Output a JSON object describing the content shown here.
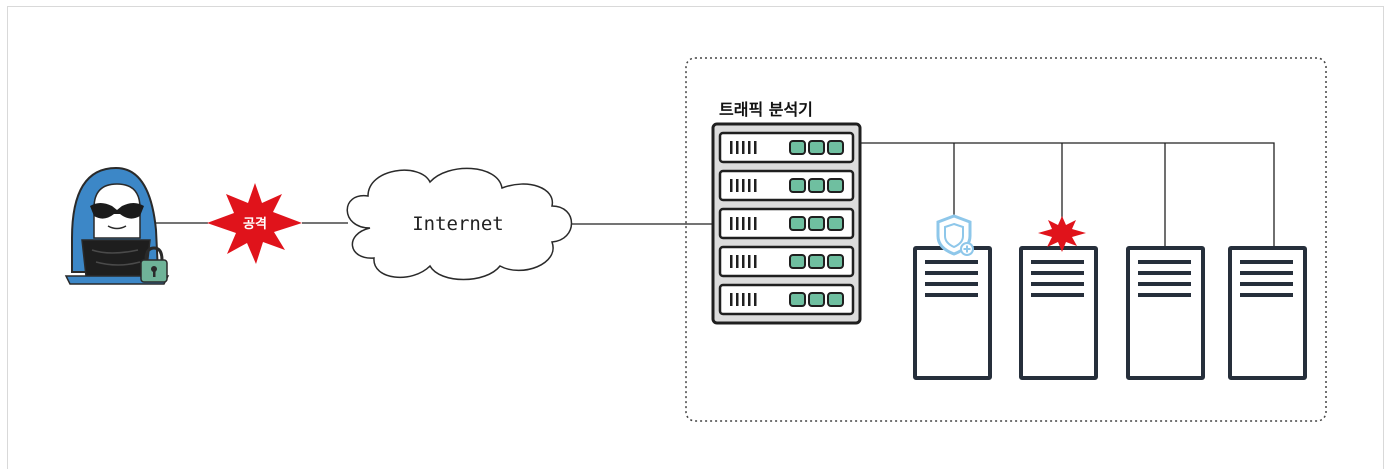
{
  "attack_label": "공격",
  "internet_label": "Internet",
  "analyzer_label": "트래픽 분석기",
  "colors": {
    "line": "#222222",
    "server_dark": "#262f3b",
    "rack_body": "#dddddd",
    "rack_light": "#6fbfa0",
    "burst_red": "#e0131b",
    "hacker_blue": "#3c87c7",
    "shield_blue": "#8ec7ea",
    "lock_green": "#6fb398"
  },
  "icons": {
    "attacker": "hacker-icon",
    "attack": "explosion-icon",
    "network": "cloud-icon",
    "analyzer": "server-rack-icon",
    "server": "server-icon",
    "protected": "shield-plus-icon",
    "attacked": "explosion-icon"
  }
}
